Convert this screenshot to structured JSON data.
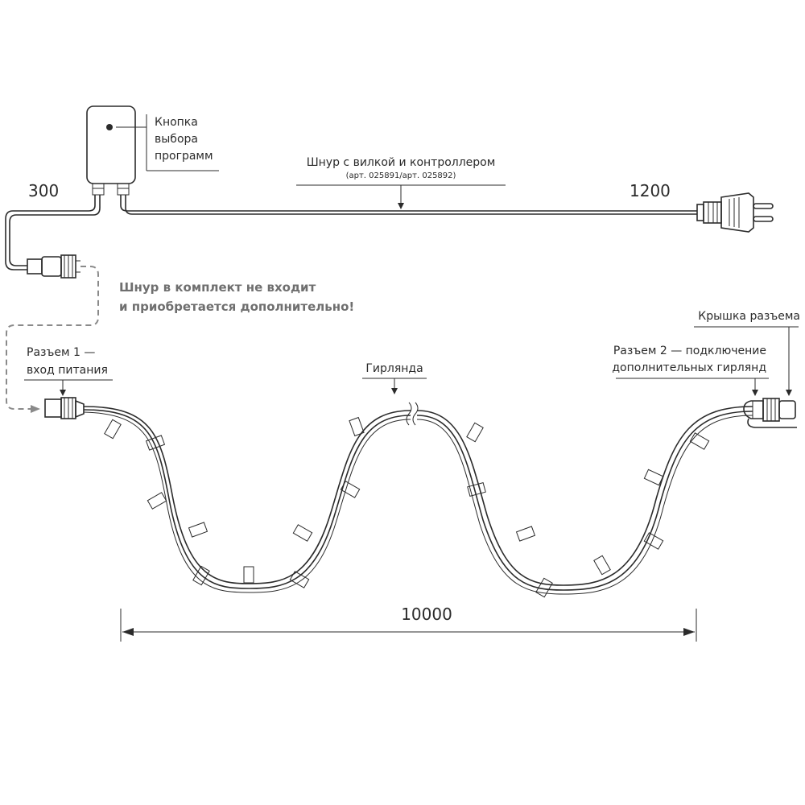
{
  "labels": {
    "button": [
      "Кнопка",
      "выбора",
      "программ"
    ],
    "cord_title": "Шнур с вилкой и контроллером",
    "cord_articles": "(арт. 025891/арт. 025892)",
    "not_included": [
      "Шнур в комплект не входит",
      "и приобретается дополнительно!"
    ],
    "connector1": [
      "Разъем 1 —",
      "вход питания"
    ],
    "garland": "Гирлянда",
    "cap": "Крышка разъема",
    "connector2": [
      "Разъем 2 — подключение",
      "дополнительных гирлянд"
    ]
  },
  "dimensions": {
    "left_cord": "300",
    "right_cord": "1200",
    "garland_length": "10000"
  },
  "colors": {
    "ink": "#2b2b2b",
    "dashed_cord": "#8a8a8a"
  }
}
